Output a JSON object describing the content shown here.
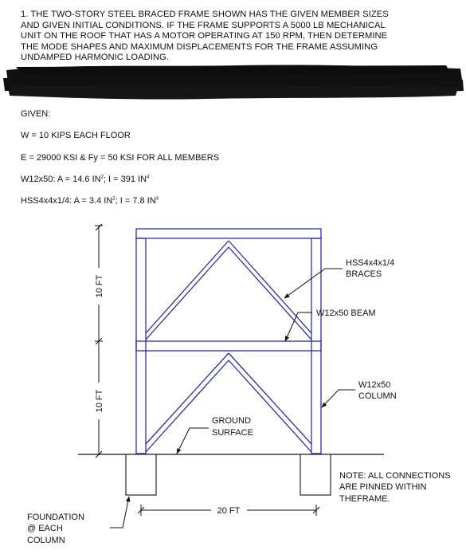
{
  "problem": {
    "lines": [
      "1. THE TWO-STORY STEEL BRACED FRAME SHOWN HAS THE GIVEN MEMBER SIZES",
      "AND GIVEN INITIAL CONDITIONS.  IF THE FRAME SUPPORTS A 5000 LB MECHANICAL",
      "UNIT ON THE ROOF THAT HAS A MOTOR OPERATING AT 150 RPM, THEN DETERMINE",
      "THE MODE SHAPES AND MAXIMUM DISPLACEMENTS FOR THE FRAME ASSUMING",
      "UNDAMPED HARMONIC LOADING."
    ]
  },
  "given": {
    "heading": "GIVEN:",
    "weight": "W = 10 KIPS EACH FLOOR",
    "material": "E = 29000 KSI & Fy = 50 KSI FOR ALL MEMBERS",
    "w12": {
      "prefix": "W12x50: A = 14.6 IN",
      "exp1": "2",
      "mid": "; I = 391 IN",
      "exp2": "4"
    },
    "hss": {
      "prefix": "HSS4x4x1/4: A = 3.4 IN",
      "exp1": "2",
      "mid": "; I = 7.8 IN",
      "exp2": "4"
    }
  },
  "diagram": {
    "dim_story_upper": "10 FT",
    "dim_story_lower": "10 FT",
    "dim_span": "20 FT",
    "label_braces_1": "HSS4x4x1/4",
    "label_braces_2": "BRACES",
    "label_beam": "W12x50 BEAM",
    "label_column_1": "W12x50",
    "label_column_2": "COLUMN",
    "label_ground_1": "GROUND",
    "label_ground_2": "SURFACE",
    "note_1": "NOTE: ALL CONNECTIONS",
    "note_2": "ARE PINNED WITHIN",
    "note_3": "THEFRAME.",
    "foundation_1": "FOUNDATION",
    "foundation_2": "@ EACH",
    "foundation_3": "COLUMN",
    "member_color": "#2c2ca8",
    "line_color": "#111111"
  }
}
